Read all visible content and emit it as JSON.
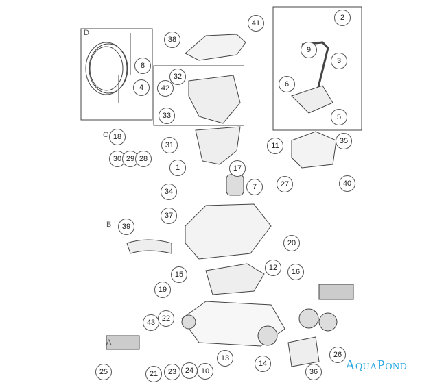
{
  "diagram": {
    "title": "Exploded parts diagram",
    "section_letters": [
      "D",
      "C",
      "B",
      "A"
    ],
    "callouts": [
      "41",
      "2",
      "38",
      "9",
      "8",
      "3",
      "32",
      "42",
      "6",
      "4",
      "33",
      "5",
      "18",
      "31",
      "35",
      "11",
      "30",
      "29",
      "28",
      "1",
      "17",
      "27",
      "40",
      "34",
      "7",
      "39",
      "37",
      "20",
      "12",
      "16",
      "15",
      "19",
      "22",
      "43",
      "13",
      "14",
      "26",
      "25",
      "21",
      "23",
      "24",
      "10",
      "36"
    ]
  },
  "logo": {
    "text": "AquaPond",
    "color": "#29a8e0"
  }
}
